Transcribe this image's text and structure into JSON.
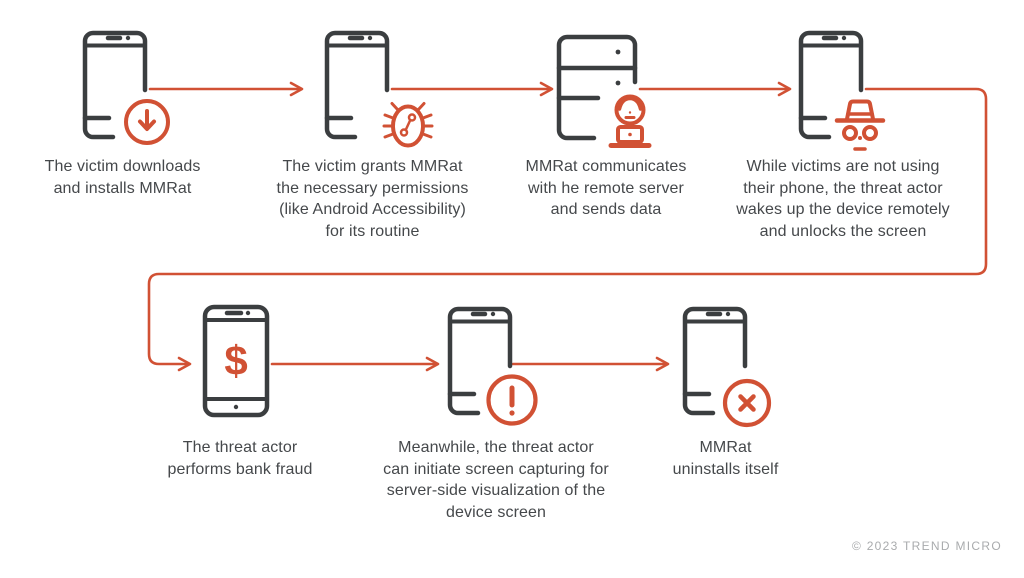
{
  "colors": {
    "accent": "#d15134",
    "ink": "#3b3e40",
    "text": "#45484b",
    "muted": "#a9abad",
    "background": "#ffffff"
  },
  "footer": "© 2023 TREND MICRO",
  "steps": [
    {
      "icon": "smartphone-icon",
      "badge": "download-circle-icon",
      "caption": [
        "The victim downloads",
        "and installs MMRat"
      ]
    },
    {
      "icon": "smartphone-icon",
      "badge": "malware-bug-icon",
      "caption": [
        "The victim grants MMRat",
        "the necessary permissions",
        "(like Android Accessibility)",
        "for its routine"
      ]
    },
    {
      "icon": "server-icon",
      "badge": "threat-actor-laptop-icon",
      "caption": [
        "MMRat communicates",
        "with  he remote server",
        "and sends data"
      ]
    },
    {
      "icon": "smartphone-icon",
      "badge": "spy-incognito-icon",
      "caption": [
        "While victims are not using",
        "their phone, the threat actor",
        "wakes up the device remotely",
        "and unlocks the screen"
      ]
    },
    {
      "icon": "smartphone-icon",
      "badge": "dollar-sign",
      "screen_symbol": "$",
      "caption": [
        "The threat actor",
        "performs bank fraud"
      ]
    },
    {
      "icon": "smartphone-icon",
      "badge": "alert-circle-icon",
      "caption": [
        "Meanwhile, the threat actor",
        "can initiate screen capturing for",
        "server-side visualization of the",
        "device screen"
      ]
    },
    {
      "icon": "smartphone-icon",
      "badge": "uninstall-x-circle-icon",
      "caption": [
        "MMRat",
        "uninstalls itself"
      ]
    }
  ]
}
